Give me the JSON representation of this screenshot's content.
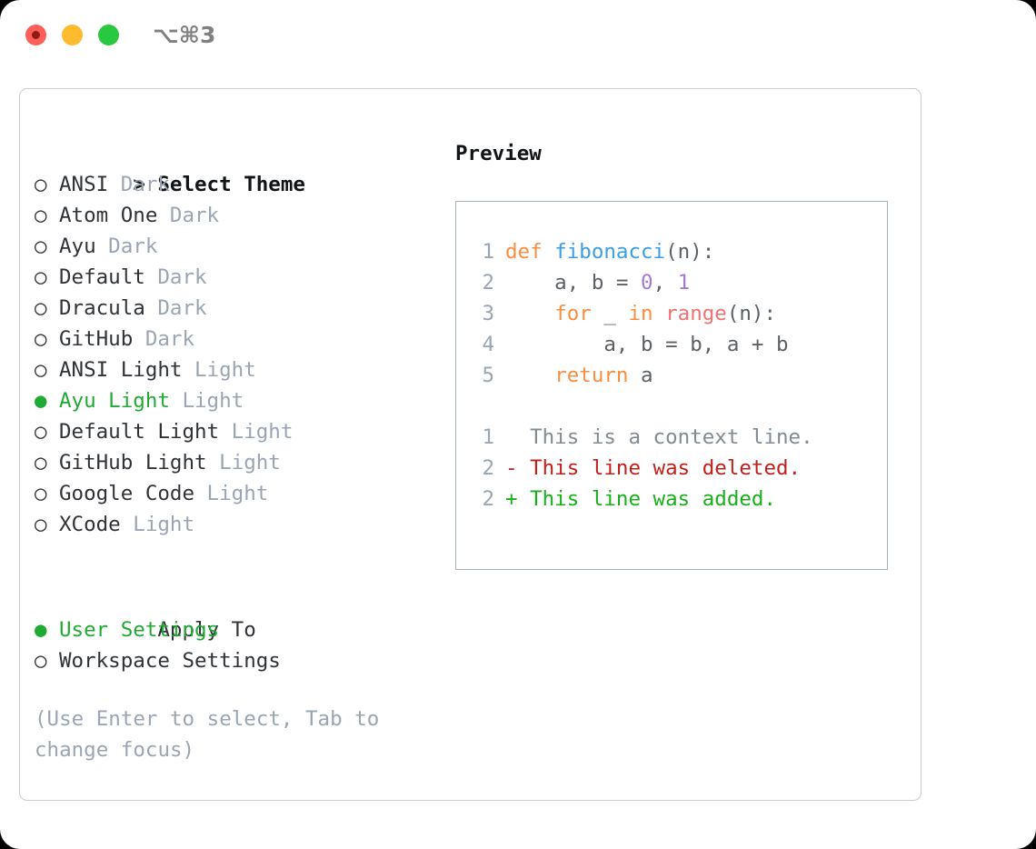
{
  "window": {
    "shortcut": "⌥⌘3",
    "traffic_lights": [
      "close-red",
      "minimize-yellow",
      "maximize-green"
    ]
  },
  "theme_picker": {
    "heading_marker": ">",
    "heading": "Select Theme",
    "radio_unselected": "○",
    "radio_selected": "●",
    "items": [
      {
        "marker": "○",
        "label": "ANSI",
        "tag": "Dark",
        "selected": false
      },
      {
        "marker": "○",
        "label": "Atom One",
        "tag": "Dark",
        "selected": false
      },
      {
        "marker": "○",
        "label": "Ayu",
        "tag": "Dark",
        "selected": false
      },
      {
        "marker": "○",
        "label": "Default",
        "tag": "Dark",
        "selected": false
      },
      {
        "marker": "○",
        "label": "Dracula",
        "tag": "Dark",
        "selected": false
      },
      {
        "marker": "○",
        "label": "GitHub",
        "tag": "Dark",
        "selected": false
      },
      {
        "marker": "○",
        "label": "ANSI Light",
        "tag": "Light",
        "selected": false
      },
      {
        "marker": "●",
        "label": "Ayu Light",
        "tag": "Light",
        "selected": true
      },
      {
        "marker": "○",
        "label": "Default Light",
        "tag": "Light",
        "selected": false
      },
      {
        "marker": "○",
        "label": "GitHub Light",
        "tag": "Light",
        "selected": false
      },
      {
        "marker": "○",
        "label": "Google Code",
        "tag": "Light",
        "selected": false
      },
      {
        "marker": "○",
        "label": "XCode",
        "tag": "Light",
        "selected": false
      }
    ]
  },
  "apply_to": {
    "heading_marker": " ",
    "heading": "Apply To",
    "items": [
      {
        "marker": "●",
        "label": "User Settings",
        "selected": true
      },
      {
        "marker": "○",
        "label": "Workspace Settings",
        "selected": false
      }
    ]
  },
  "hint": "(Use Enter to select, Tab to change focus)",
  "preview": {
    "title": "Preview",
    "code": [
      {
        "ln": "1",
        "tokens": [
          {
            "t": "def",
            "c": "kw"
          },
          {
            "t": " ",
            "c": "punc"
          },
          {
            "t": "fibonacci",
            "c": "fn"
          },
          {
            "t": "(n):",
            "c": "punc"
          }
        ]
      },
      {
        "ln": "2",
        "tokens": [
          {
            "t": "    a, b = ",
            "c": "ident"
          },
          {
            "t": "0",
            "c": "num"
          },
          {
            "t": ", ",
            "c": "punc"
          },
          {
            "t": "1",
            "c": "num"
          }
        ]
      },
      {
        "ln": "3",
        "tokens": [
          {
            "t": "    ",
            "c": "punc"
          },
          {
            "t": "for",
            "c": "kw"
          },
          {
            "t": " _ ",
            "c": "ident"
          },
          {
            "t": "in",
            "c": "kw"
          },
          {
            "t": " ",
            "c": "punc"
          },
          {
            "t": "range",
            "c": "builtin"
          },
          {
            "t": "(n):",
            "c": "punc"
          }
        ]
      },
      {
        "ln": "4",
        "tokens": [
          {
            "t": "        a, b = b, a + b",
            "c": "ident"
          }
        ]
      },
      {
        "ln": "5",
        "tokens": [
          {
            "t": "    ",
            "c": "punc"
          },
          {
            "t": "return",
            "c": "kw"
          },
          {
            "t": " a",
            "c": "ident"
          }
        ]
      }
    ],
    "diff": [
      {
        "ln": "1",
        "sign": " ",
        "text": "This is a context line.",
        "kind": "ctx"
      },
      {
        "ln": "2",
        "sign": "-",
        "text": "This line was deleted.",
        "kind": "del"
      },
      {
        "ln": "2",
        "sign": "+",
        "text": "This line was added.",
        "kind": "add"
      }
    ]
  },
  "colors": {
    "accent_green": "#1faa33",
    "muted": "#9aa5b4",
    "keyword": "#fa8d3e",
    "function": "#399ee6",
    "number": "#a37acc",
    "builtin": "#f07171",
    "identifier": "#5c6166",
    "diff_deleted": "#c0201a",
    "diff_added": "#18b018",
    "card_border": "#c8cdd4",
    "preview_border": "#a4b0bd"
  }
}
